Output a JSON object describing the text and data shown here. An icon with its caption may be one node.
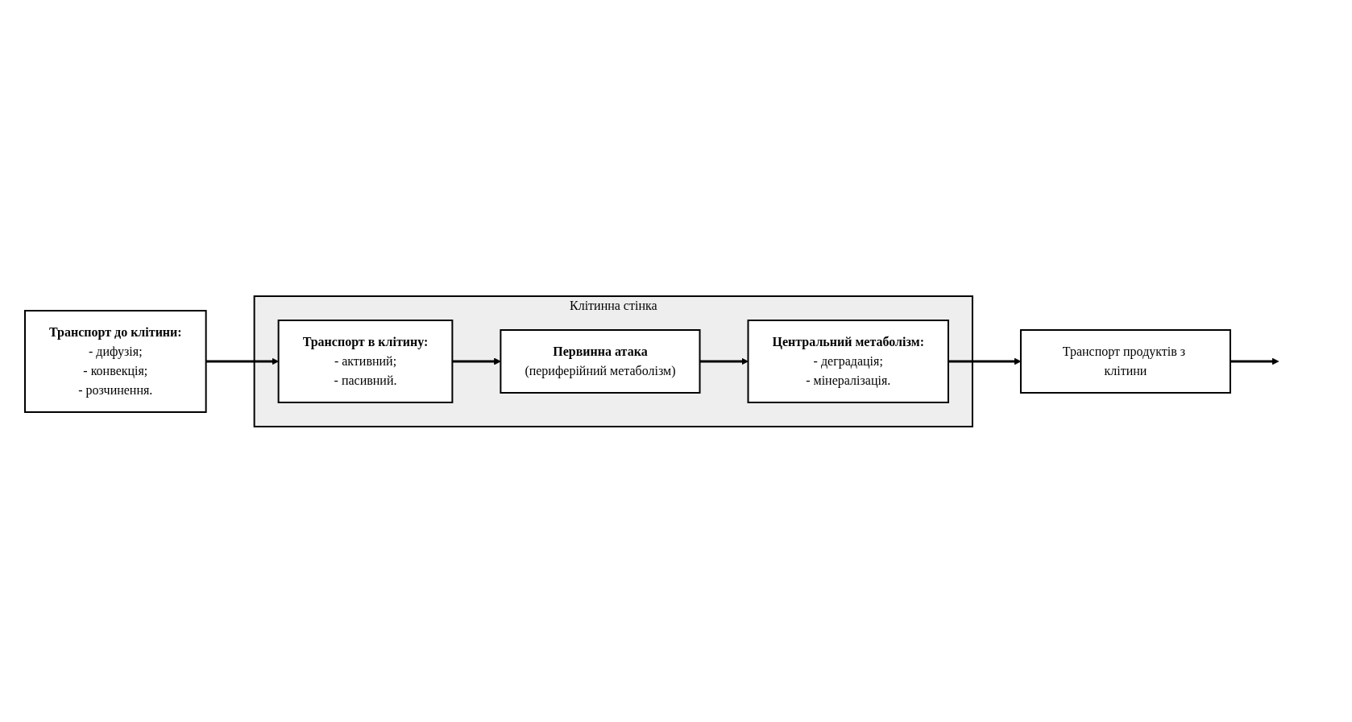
{
  "diagram": {
    "nodes": [
      {
        "text": [
          "Клітинна стінка"
        ]
      },
      {
        "text": [
          "Транспорт до клітини:",
          "- дифузія;",
          "- конвекція;",
          "- розчинення."
        ]
      },
      {
        "text": [
          "Транспорт в клітину:",
          "- активний;",
          "- пасивний."
        ],
        "in": 0
      },
      {
        "text": [
          "Первинна атака",
          "(периферійний метаболізм)"
        ],
        "in": 0
      },
      {
        "text": [
          "Центральний метаболізм:",
          "- деградація;",
          "- мінералізація."
        ],
        "in": 0
      },
      {
        "text": [
          "Транспорт продуктів з клітини"
        ]
      }
    ],
    "edges": [
      {
        "from": 1,
        "to": 2,
        "arrow": "to"
      },
      {
        "from": 2,
        "to": 3,
        "arrow": "to"
      },
      {
        "from": 3,
        "to": 4,
        "arrow": "to"
      },
      {
        "from": 4,
        "to": 5,
        "arrow": "to"
      },
      {
        "from": 5,
        "to": null,
        "arrow": "to"
      }
    ]
  }
}
